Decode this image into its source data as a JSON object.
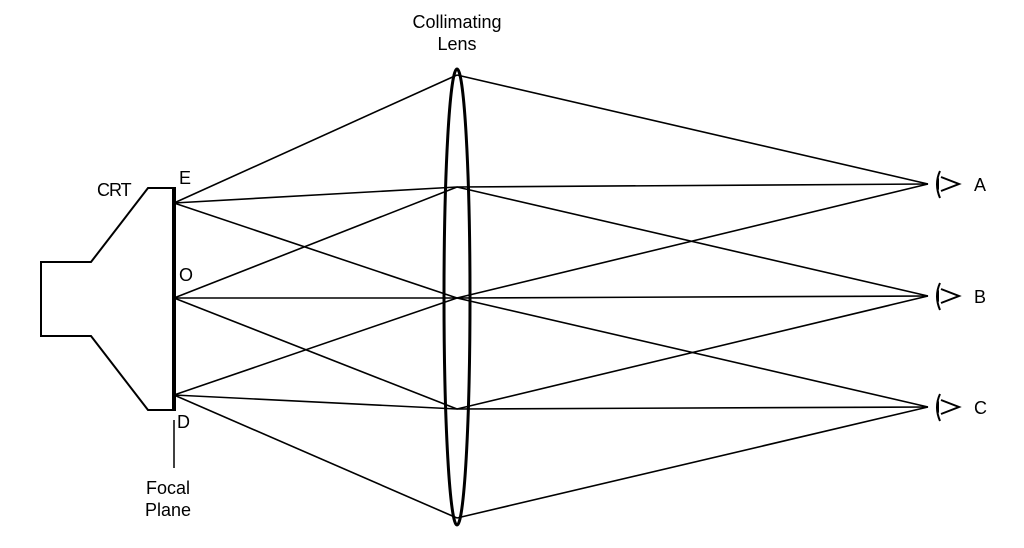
{
  "title": {
    "line1": "Collimating",
    "line2": "Lens"
  },
  "crt_label": "CRT",
  "points": {
    "E": "E",
    "O": "O",
    "D": "D"
  },
  "focal_plane": {
    "line1": "Focal",
    "line2": "Plane"
  },
  "viewers": {
    "A": "A",
    "B": "B",
    "C": "C"
  },
  "line_color": "#000000"
}
